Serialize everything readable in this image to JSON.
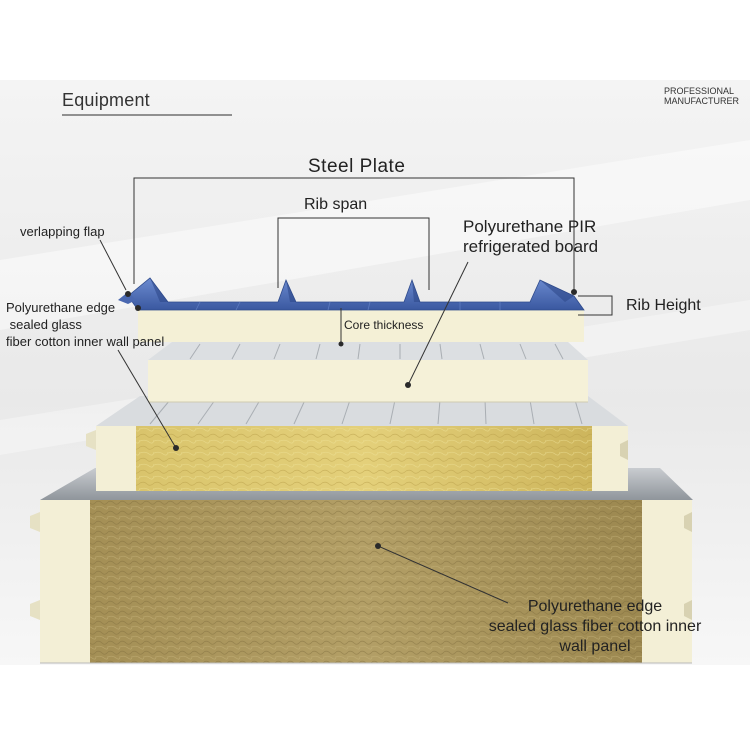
{
  "header": {
    "title": "Equipment"
  },
  "brand": {
    "line1": "PROFESSIONAL",
    "line2": "MANUFACTURER"
  },
  "labels": {
    "steel_plate": "Steel Plate",
    "rib_span": "Rib span",
    "pir_line1": "Polyurethane PIR",
    "pir_line2": "refrigerated board",
    "overlapping_flap": "verlapping flap",
    "rib_height": "Rib Height",
    "edge_top_line1": "Polyurethane edge",
    "edge_top_line2": " sealed glass",
    "edge_top_line3": "fiber cotton inner wall panel",
    "core_thickness": "Core thickness",
    "edge_bottom_line1": "Polyurethane edge",
    "edge_bottom_line2": "sealed glass fiber cotton inner",
    "edge_bottom_line3": "wall panel"
  },
  "colors": {
    "steel_blue": "#3f5fa8",
    "steel_blue_light": "#6a88c8",
    "pu_cream": "#f4f0d4",
    "glass_wool": "#d8c36a",
    "rock_wool": "#a8955a",
    "steel_grey": "#9aa0a6",
    "leader_line": "#333333"
  }
}
